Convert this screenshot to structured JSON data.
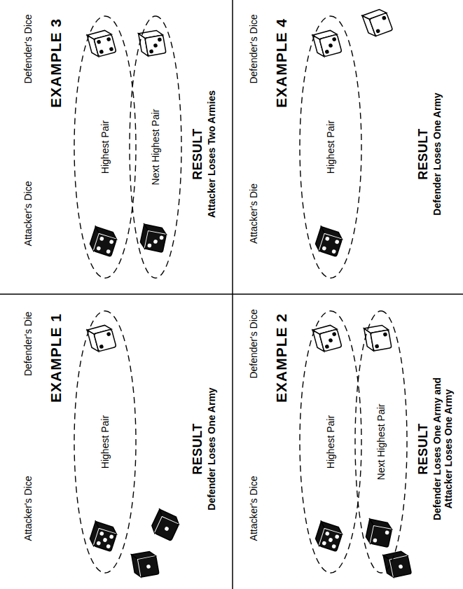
{
  "diagram": {
    "nodes": [
      {
        "text": [
          "Highest Pair"
        ]
      },
      {
        "text": [
          "Highest Pair"
        ]
      },
      {
        "text": [
          "Next Highest Pair"
        ]
      },
      {
        "text": [
          "Highest Pair"
        ]
      },
      {
        "text": [
          "Next Highest Pair"
        ]
      },
      {
        "text": [
          "Highest Pair"
        ]
      }
    ],
    "labels": [
      "EXAMPLE 1",
      "Attacker's Dice",
      "Defender's Die",
      "RESULT",
      "Defender Loses One Army",
      "EXAMPLE 2",
      "Attacker's Dice",
      "Defender's Dice",
      "RESULT",
      "Defender Loses One Army and Attacker Loses One Army",
      "EXAMPLE 3",
      "Attacker's Dice",
      "Defender's Dice",
      "RESULT",
      "Attacker Loses Two Armies",
      "EXAMPLE 4",
      "Attacker's Die",
      "Defender's Dice",
      "RESULT",
      "Defender Loses One Army"
    ]
  }
}
